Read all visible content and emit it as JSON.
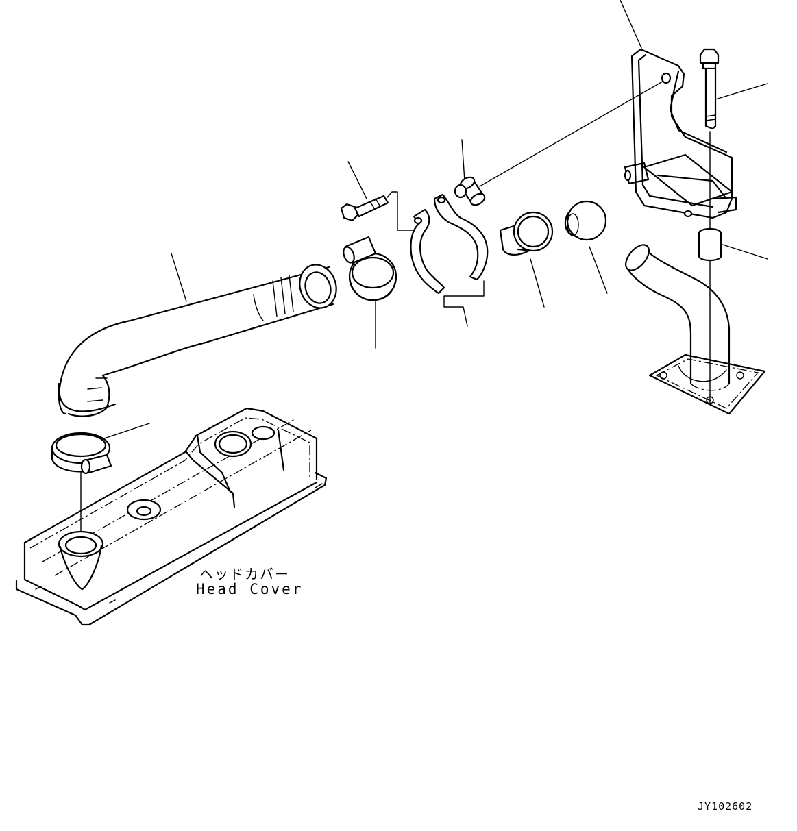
{
  "diagram": {
    "title": "",
    "parts": [
      {
        "name": "bracket"
      },
      {
        "name": "bolt-long"
      },
      {
        "name": "spacer-collar"
      },
      {
        "name": "collar-small"
      },
      {
        "name": "bolt-short"
      },
      {
        "name": "hose"
      },
      {
        "name": "hose-clamp-upper"
      },
      {
        "name": "split-clamp"
      },
      {
        "name": "sleeve"
      },
      {
        "name": "cap"
      },
      {
        "name": "hose-clamp-lower"
      },
      {
        "name": "elbow-pipe"
      },
      {
        "name": "head-cover"
      }
    ],
    "head_cover_label_jp": "ヘッドカバー",
    "head_cover_label_en": "Head Cover",
    "drawing_code": "JY102602"
  }
}
